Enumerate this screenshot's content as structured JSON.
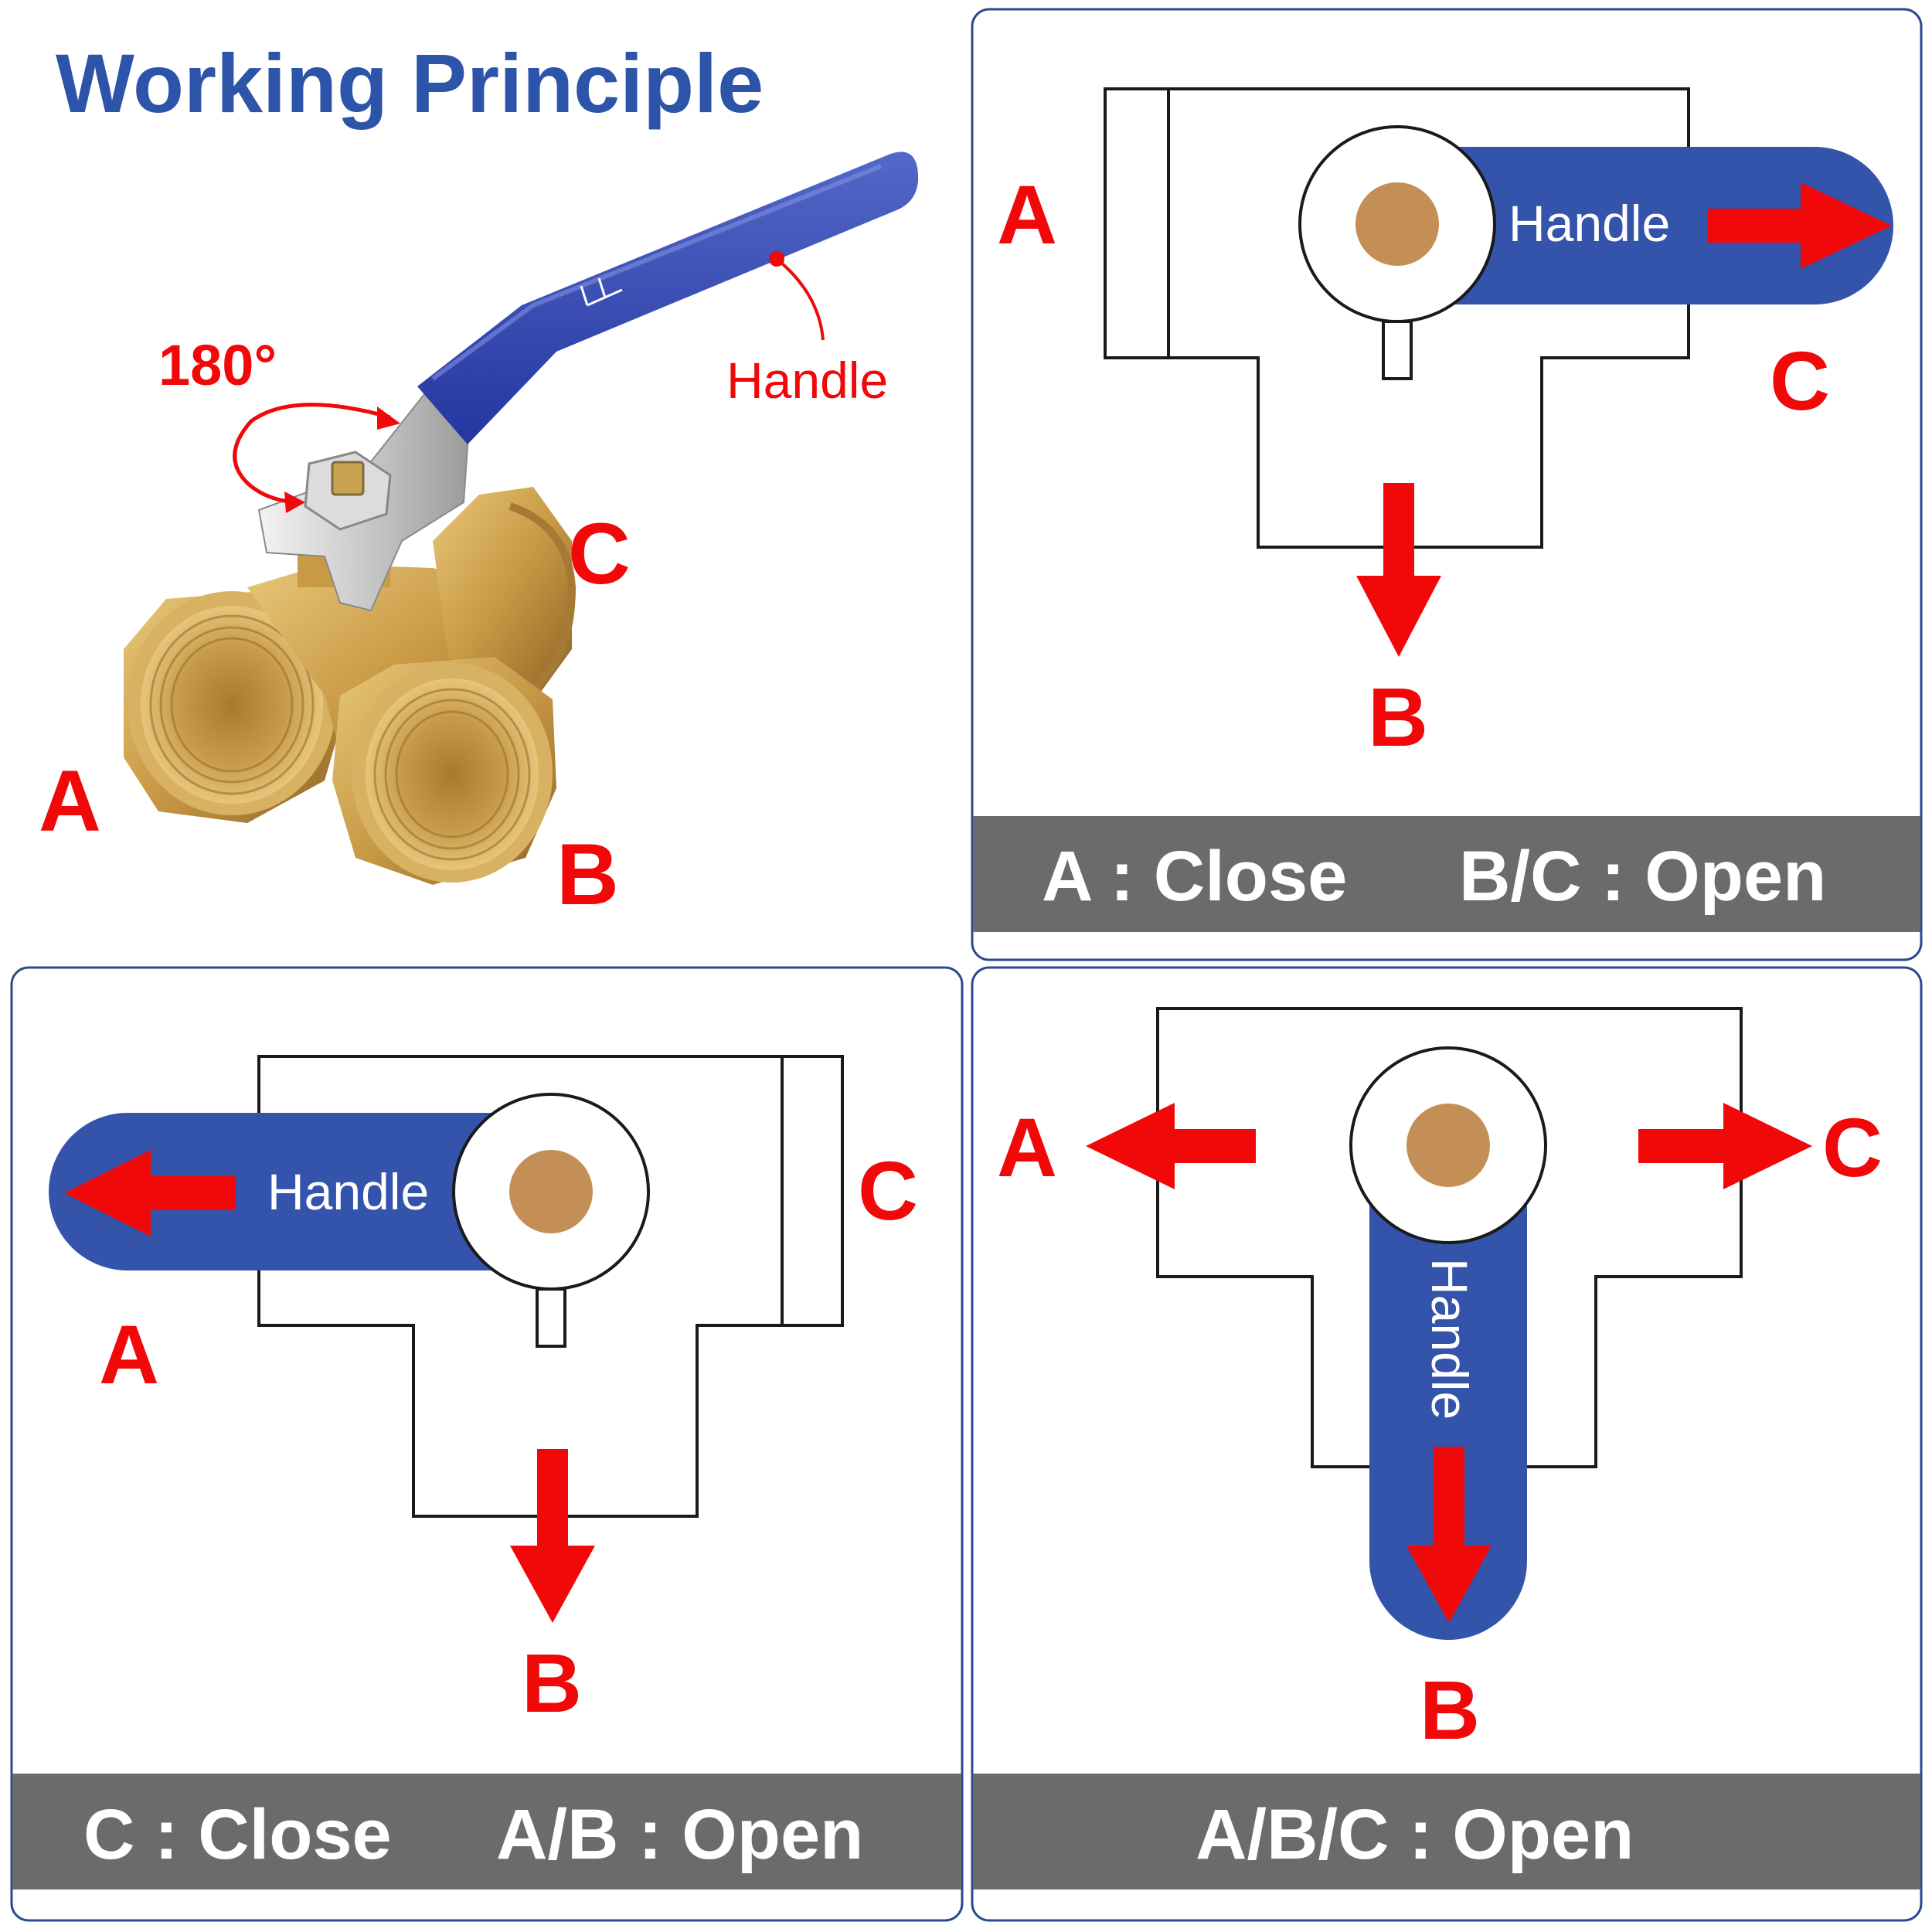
{
  "title": "Working Principle",
  "photo": {
    "rotation_label": "180°",
    "handle_label": "Handle",
    "ports": {
      "a": "A",
      "b": "B",
      "c": "C"
    }
  },
  "panels": [
    {
      "handle_label": "Handle",
      "ports": {
        "a": "A",
        "b": "B",
        "c": "C"
      },
      "status": {
        "part1": "A : Close",
        "part2": "B/C : Open"
      }
    },
    {
      "handle_label": "Handle",
      "ports": {
        "a": "A",
        "b": "B",
        "c": "C"
      },
      "status": {
        "part1": "C : Close",
        "part2": "A/B : Open"
      }
    },
    {
      "handle_label": "Handle",
      "ports": {
        "a": "A",
        "b": "B",
        "c": "C"
      },
      "status": {
        "part1": "A/B/C : Open"
      }
    }
  ],
  "colors": {
    "handle_blue": "#3454ac",
    "arrow_red": "#f10808",
    "brass": "#c48f56",
    "status_bar": "#6b6b6b",
    "title_blue": "#2c54a9"
  }
}
